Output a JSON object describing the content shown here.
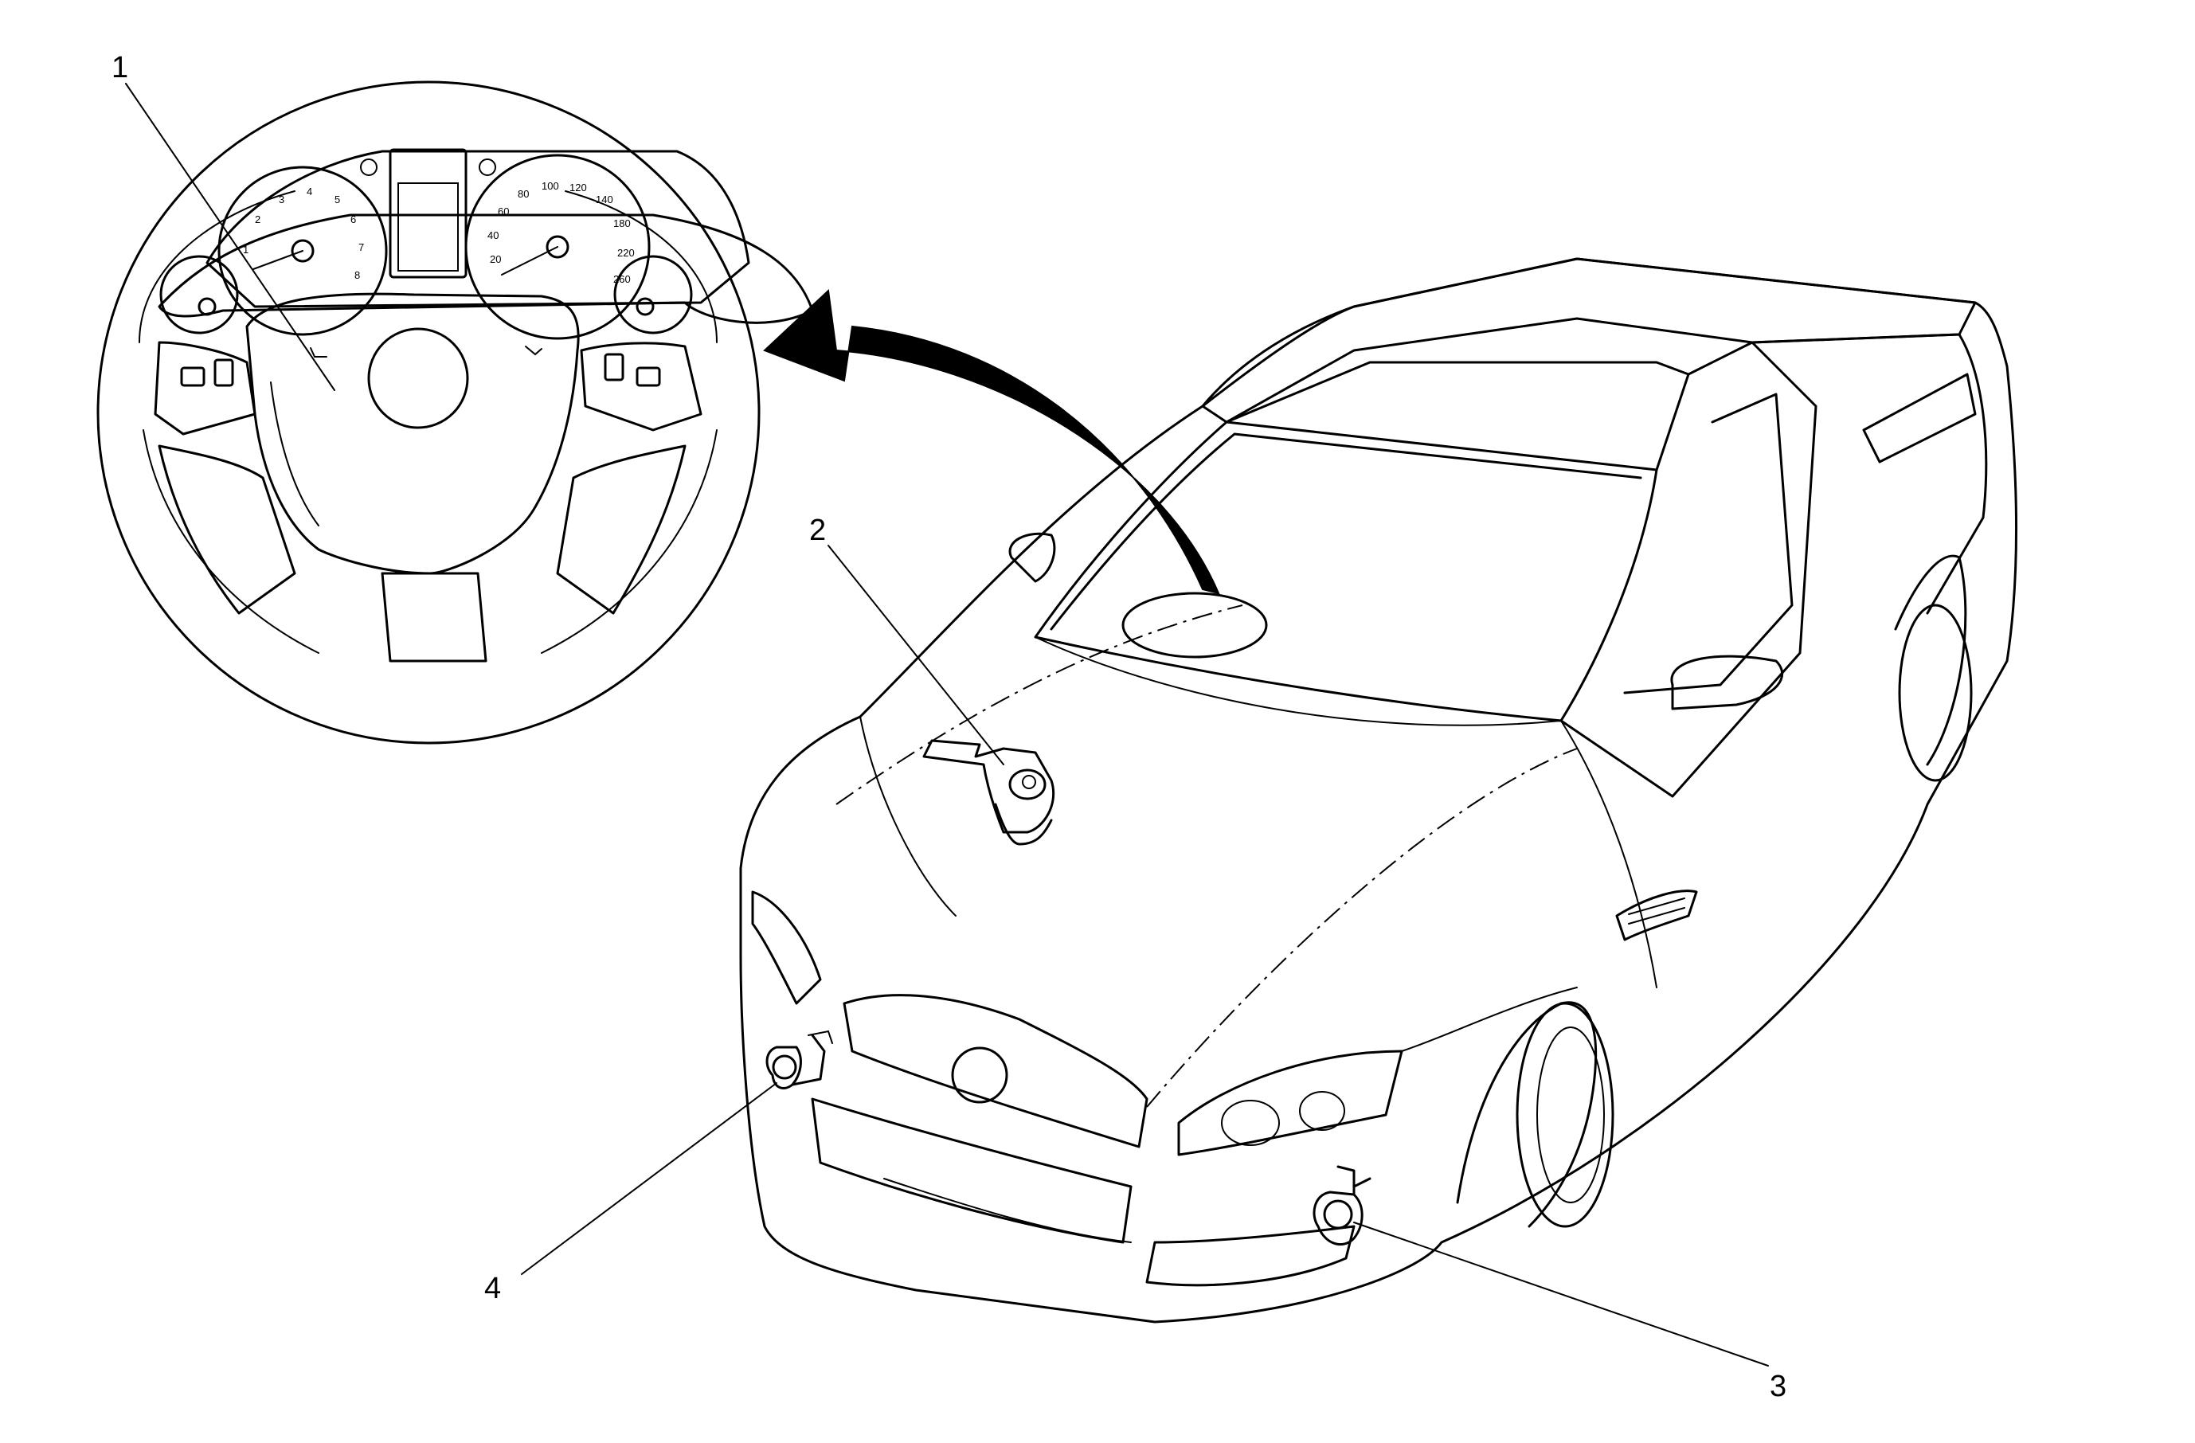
{
  "callouts": [
    {
      "id": "1",
      "label": "1",
      "target": "steering-wheel-horn-pad"
    },
    {
      "id": "2",
      "label": "2",
      "target": "horn-relay"
    },
    {
      "id": "3",
      "label": "3",
      "target": "right-horn"
    },
    {
      "id": "4",
      "label": "4",
      "target": "left-horn"
    }
  ],
  "tach_numbers": [
    "1",
    "2",
    "3",
    "4",
    "5",
    "6",
    "7",
    "8"
  ],
  "speedo_numbers": [
    "20",
    "40",
    "60",
    "80",
    "100",
    "120",
    "140",
    "180",
    "220",
    "260"
  ],
  "colors": {
    "line": "#000000",
    "background": "#ffffff",
    "arrow": "#000000"
  }
}
